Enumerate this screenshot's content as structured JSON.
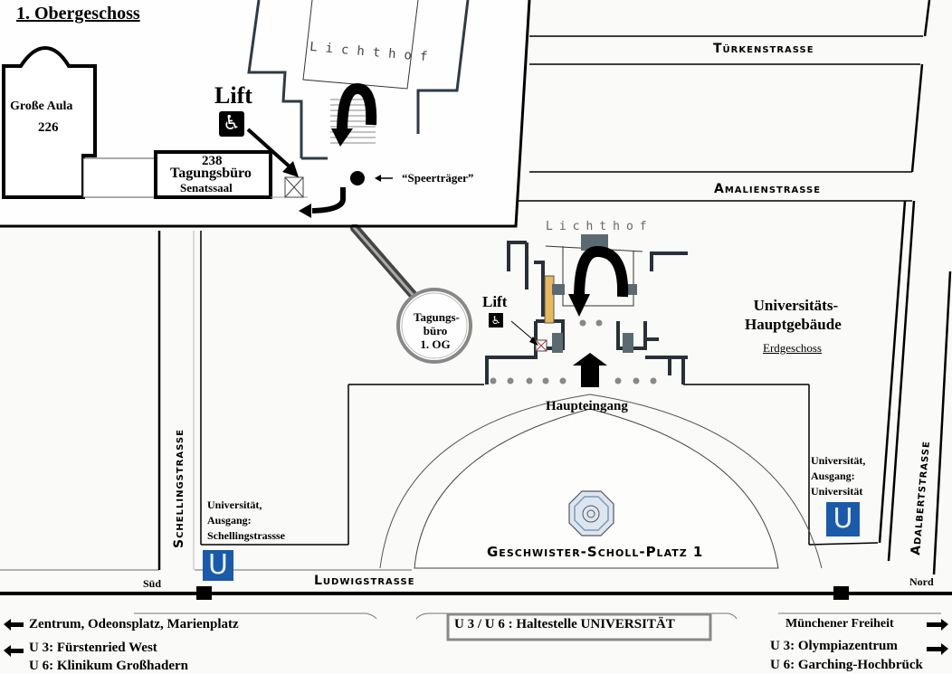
{
  "inset": {
    "title": "1. Obergeschoss",
    "rooms": [
      {
        "name": "Große Aula",
        "number": "226"
      },
      {
        "number": "238",
        "name": "Tagungsbüro",
        "subname": "Senatssaal"
      }
    ],
    "lift_label": "Lift",
    "lichthof_label": "Lichthof",
    "pillar_label": "“Speerträger”"
  },
  "magnifier": {
    "line1": "Tagungs-",
    "line2": "büro",
    "line3": "1. OG"
  },
  "ground_floor": {
    "building_title_1": "Universitäts-",
    "building_title_2": "Hauptgebäude",
    "floor_label": "Erdgeschoss",
    "lift_label": "Lift",
    "lichthof_label": "Lichthof",
    "entrance_label": "Haupteingang"
  },
  "streets": {
    "tuerken": "Türkenstrasse",
    "amalien": "Amalienstrasse",
    "schelling": "Schellingstrasse",
    "adalbert": "Adalbertstrasse",
    "ludwig": "Ludwigstrasse"
  },
  "square": {
    "label": "Geschwister-Scholl-Platz 1"
  },
  "subway": {
    "exit_south": {
      "line1": "Universität,",
      "line2": "Ausgang:",
      "line3": "Schellingstrassse",
      "direction": "Süd"
    },
    "exit_north": {
      "line1": "Universität,",
      "line2": "Ausgang:",
      "line3": "Universität",
      "direction": "Nord"
    },
    "u_symbol": "U",
    "station": "U 3 / U 6 : Haltestelle UNIVERSITÄT",
    "dir_left_1": "Zentrum, Odeonsplatz, Marienplatz",
    "dir_left_2": "U 3: Fürstenried West",
    "dir_left_3": "U 6: Klinikum Großhadern",
    "dir_right_1": "Münchener Freiheit",
    "dir_right_2": "U 3: Olympiazentrum",
    "dir_right_3": "U 6: Garching-Hochbrück"
  },
  "colors": {
    "ubahn_blue": "#1a5aa8",
    "stair_yellow": "#e8b860"
  }
}
